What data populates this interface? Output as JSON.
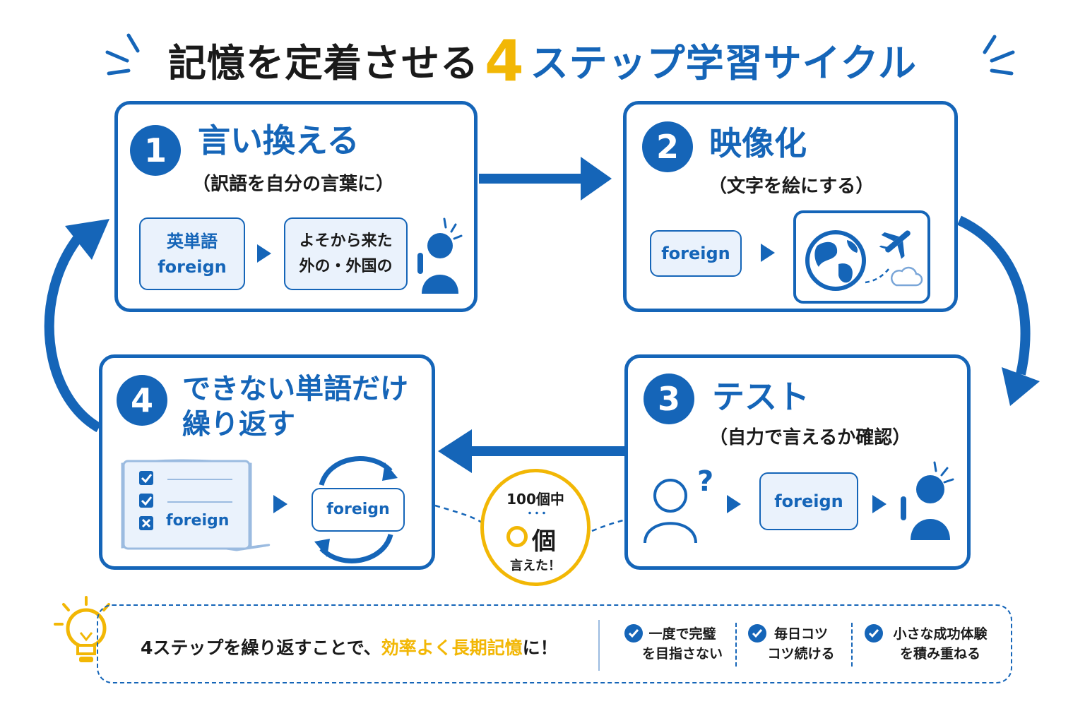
{
  "title": {
    "part1": "記憶を定着させる",
    "num": "4",
    "part2": "ステップ学習サイクル"
  },
  "steps": [
    {
      "num": "1",
      "title": "言い換える",
      "sub": "（訳語を自分の言葉に）",
      "bubble_a": [
        "英単語",
        "foreign"
      ],
      "bubble_b": [
        "よそから来た",
        "外の・外国の"
      ]
    },
    {
      "num": "2",
      "title": "映像化",
      "sub": "（文字を絵にする）",
      "word": "foreign"
    },
    {
      "num": "3",
      "title": "テスト",
      "sub": "（自力で言えるか確認）",
      "word": "foreign"
    },
    {
      "num": "4",
      "title_line1": "できない単語だけ",
      "title_line2": "繰り返す",
      "list_word": "foreign",
      "word": "foreign"
    }
  ],
  "counter": {
    "top": "100個中",
    "dots": "・・・",
    "count": "個",
    "bottom": "言えた！"
  },
  "bottom": {
    "message_pre": "4ステップを繰り返すことで、",
    "message_highlight": "効率よく長期記憶",
    "message_post": "に！",
    "tips": [
      {
        "line1": "一度で完璧",
        "line2": "を目指さない"
      },
      {
        "line1": "毎日コツ",
        "line2": "コツ続ける"
      },
      {
        "line1": "小さな成功体験",
        "line2": "を積み重ねる"
      }
    ]
  },
  "colors": {
    "accent": "#1565b8",
    "highlight": "#f2b705",
    "bubble": "#eaf2fc"
  },
  "icons": [
    "lightbulb-icon",
    "globe-icon",
    "airplane-icon",
    "cloud-icon",
    "person-icon",
    "checkbox-icon",
    "refresh-arrows-icon",
    "check-circle-icon"
  ]
}
